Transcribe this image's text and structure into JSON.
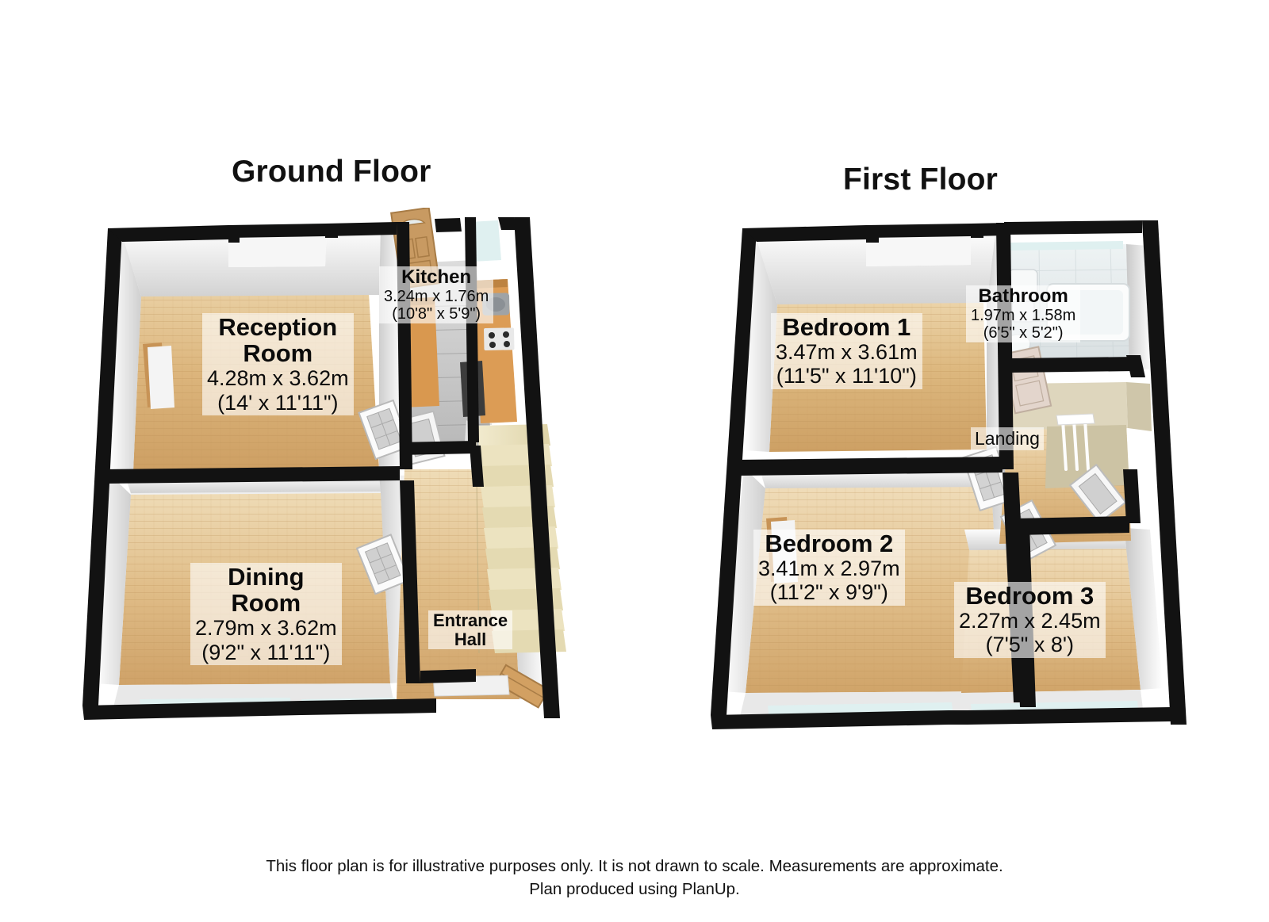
{
  "page": {
    "background": "#ffffff",
    "text_color": "#111111"
  },
  "floors": [
    {
      "id": "ground",
      "title": "Ground Floor",
      "rooms": [
        {
          "id": "reception",
          "name": "Reception Room",
          "name_line1": "Reception",
          "name_line2": "Room",
          "metric": "4.28m x 3.62m",
          "imperial": "(14' x 11'11\")"
        },
        {
          "id": "dining",
          "name": "Dining Room",
          "name_line1": "Dining",
          "name_line2": "Room",
          "metric": "2.79m x 3.62m",
          "imperial": "(9'2\" x 11'11\")"
        },
        {
          "id": "kitchen",
          "name": "Kitchen",
          "name_line1": "Kitchen",
          "metric": "3.24m x 1.76m",
          "imperial": "(10'8\" x 5'9\")"
        },
        {
          "id": "entrance-hall",
          "name": "Entrance Hall",
          "name_line1": "Entrance",
          "name_line2": "Hall",
          "metric": "",
          "imperial": ""
        }
      ]
    },
    {
      "id": "first",
      "title": "First Floor",
      "rooms": [
        {
          "id": "bedroom-1",
          "name": "Bedroom 1",
          "name_line1": "Bedroom 1",
          "metric": "3.47m x 3.61m",
          "imperial": "(11'5\" x 11'10\")"
        },
        {
          "id": "bedroom-2",
          "name": "Bedroom 2",
          "name_line1": "Bedroom 2",
          "metric": "3.41m x 2.97m",
          "imperial": "(11'2\" x 9'9\")"
        },
        {
          "id": "bedroom-3",
          "name": "Bedroom 3",
          "name_line1": "Bedroom 3",
          "metric": "2.27m x 2.45m",
          "imperial": "(7'5\" x 8')"
        },
        {
          "id": "bathroom",
          "name": "Bathroom",
          "name_line1": "Bathroom",
          "metric": "1.97m x 1.58m",
          "imperial": "(6'5\" x 5'2\")"
        },
        {
          "id": "landing",
          "name": "Landing",
          "name_line1": "Landing",
          "metric": "",
          "imperial": ""
        }
      ]
    }
  ],
  "footer": {
    "line1": "This floor plan is for illustrative purposes only. It is not drawn to scale. Measurements are approximate.",
    "line2": "Plan produced using PlanUp."
  },
  "colors": {
    "wall_outline": "#121212",
    "wall_face": "#f2f2f2",
    "wall_shade": "#d9d9d9",
    "floor_wood_light": "#e6c695",
    "floor_wood_mid": "#d9ad71",
    "floor_wood_dark": "#c49357",
    "kitchen_tile": "#c9c9c9",
    "kitchen_unit": "#d99a57",
    "stairs": "#e8dfba",
    "bathroom_tile": "#e9eef0",
    "landing_wall": "#ded6bd",
    "door_wood": "#c89a62",
    "window_glass": "#dff0f0",
    "label_bg": "rgba(255,255,255,0.62)"
  }
}
